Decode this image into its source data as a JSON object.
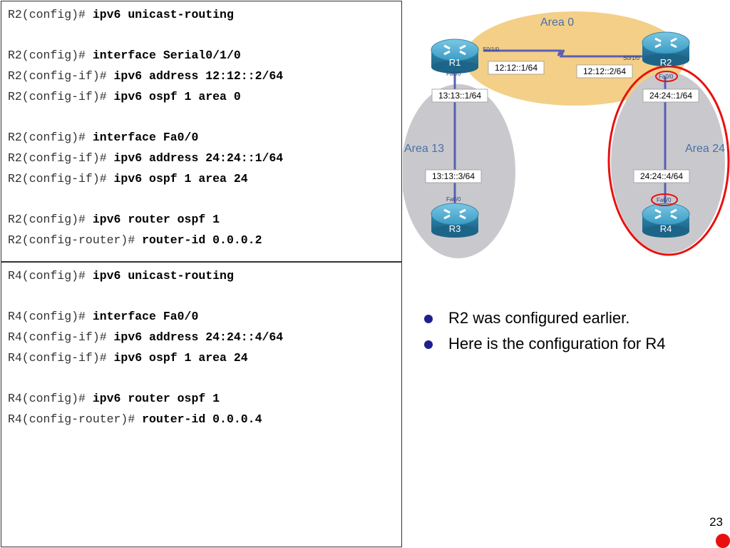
{
  "r2_config": [
    {
      "prompt": "R2(config)# ",
      "cmd": "ipv6 unicast-routing"
    },
    {
      "prompt": "",
      "cmd": ""
    },
    {
      "prompt": "R2(config)# ",
      "cmd": "interface Serial0/1/0"
    },
    {
      "prompt": "R2(config-if)# ",
      "cmd": "ipv6 address 12:12::2/64"
    },
    {
      "prompt": "R2(config-if)# ",
      "cmd": "ipv6 ospf 1 area 0"
    },
    {
      "prompt": "",
      "cmd": ""
    },
    {
      "prompt": "R2(config)# ",
      "cmd": "interface Fa0/0"
    },
    {
      "prompt": "R2(config-if)# ",
      "cmd": "ipv6 address 24:24::1/64"
    },
    {
      "prompt": "R2(config-if)# ",
      "cmd": "ipv6 ospf 1 area 24"
    },
    {
      "prompt": "",
      "cmd": ""
    },
    {
      "prompt": "R2(config)# ",
      "cmd": "ipv6 router ospf 1"
    },
    {
      "prompt": "R2(config-router)# ",
      "cmd": "router-id 0.0.0.2"
    }
  ],
  "r4_config": [
    {
      "prompt": "R4(config)# ",
      "cmd": "ipv6 unicast-routing"
    },
    {
      "prompt": "",
      "cmd": ""
    },
    {
      "prompt": "R4(config)# ",
      "cmd": "interface Fa0/0"
    },
    {
      "prompt": "R4(config-if)# ",
      "cmd": "ipv6 address 24:24::4/64"
    },
    {
      "prompt": "R4(config-if)# ",
      "cmd": "ipv6 ospf 1 area 24"
    },
    {
      "prompt": "",
      "cmd": ""
    },
    {
      "prompt": "R4(config)# ",
      "cmd": "ipv6 router ospf 1"
    },
    {
      "prompt": "R4(config-router)# ",
      "cmd": "router-id 0.0.0.4"
    }
  ],
  "diagram": {
    "areas": {
      "area0": "Area 0",
      "area13": "Area 13",
      "area24": "Area 24"
    },
    "routers": {
      "r1": "R1",
      "r2": "R2",
      "r3": "R3",
      "r4": "R4"
    },
    "interfaces": {
      "r1_serial": "S0/1/0",
      "r2_serial": "S0/1/0",
      "r1_fa": "Fa0/0",
      "r2_fa": "Fa0/0",
      "r3_fa": "Fa0/0",
      "r4_fa": "Fa0/0"
    },
    "addresses": {
      "r1_serial": "12:12::1/64",
      "r2_serial": "12:12::2/64",
      "r1_fa": "13:13::1/64",
      "r3_fa": "13:13::3/64",
      "r2_fa": "24:24::1/64",
      "r4_fa": "24:24::4/64"
    },
    "colors": {
      "area0": "#f3cf87",
      "area_other": "#c9c9cd",
      "router": "#3a9cc4",
      "link": "#5b5fb5",
      "highlight": "#e8110f",
      "area_label": "#4a6fa8"
    }
  },
  "bullets": [
    "R2 was configured earlier.",
    "Here is the configuration for R4"
  ],
  "page_number": "23"
}
